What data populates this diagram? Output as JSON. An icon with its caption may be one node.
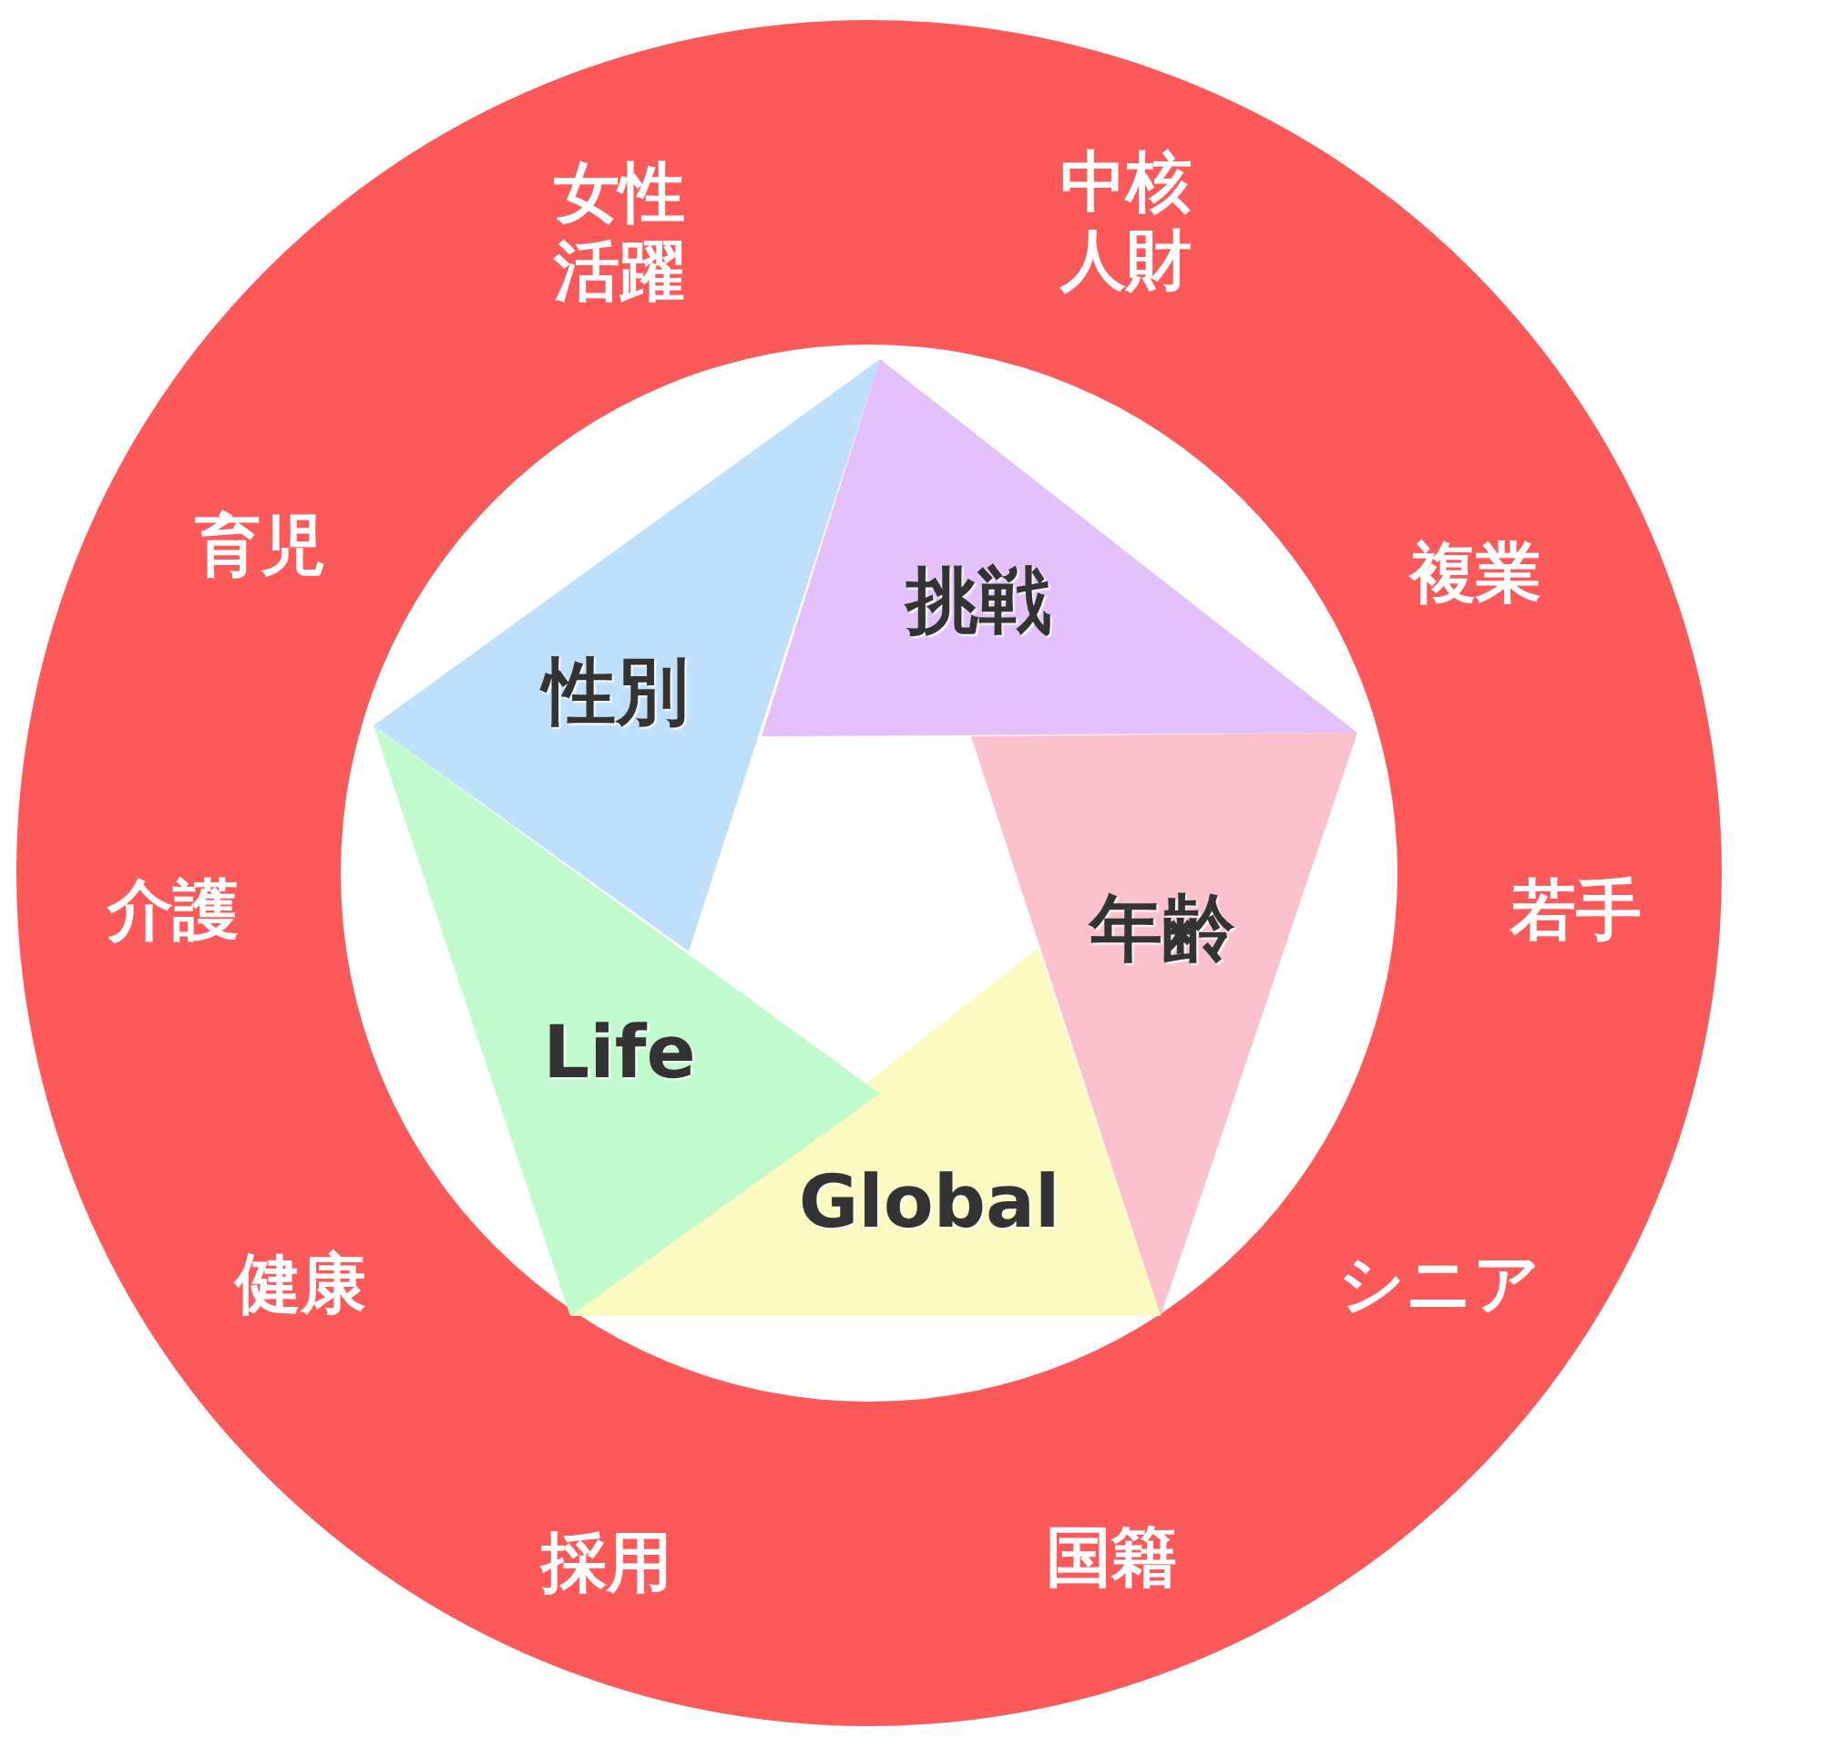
{
  "diagram": {
    "nodes": [
      {
        "text": [
          "女性活躍",
          "中核人財",
          "複業",
          "若手",
          "シニア",
          "国籍",
          "採用",
          "健康",
          "介護",
          "育児"
        ]
      },
      {
        "text": [
          "性別"
        ],
        "in": 0
      },
      {
        "text": [
          "挑戦"
        ],
        "in": 0
      },
      {
        "text": [
          "年齢"
        ],
        "in": 0
      },
      {
        "text": [
          "Global"
        ],
        "in": 0
      },
      {
        "text": [
          "Life"
        ],
        "in": 0
      }
    ]
  }
}
